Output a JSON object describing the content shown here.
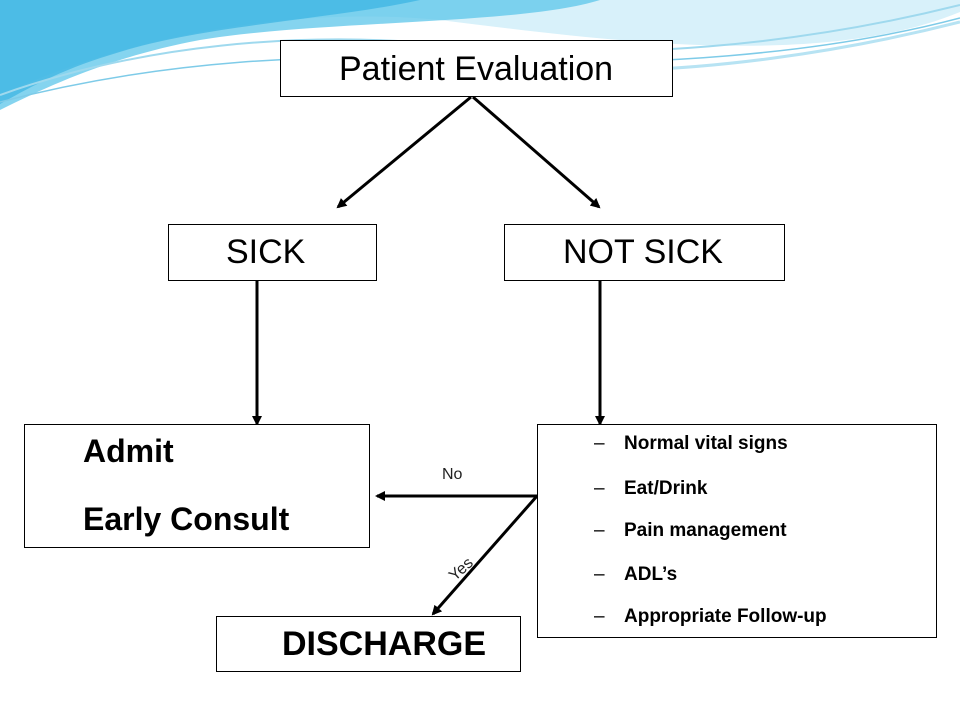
{
  "colors": {
    "wave_dark": "#3ab3e0",
    "wave_light": "#bfe7f5",
    "line": "#000000"
  },
  "diagram": {
    "title": "Patient Evaluation",
    "sick": "SICK",
    "not_sick": "NOT SICK",
    "admit_lines": [
      "Admit",
      "Early Consult"
    ],
    "criteria_dash": "–",
    "criteria": [
      "Normal vital signs",
      "Eat/Drink",
      "Pain management",
      "ADL’s",
      "Appropriate Follow-up"
    ],
    "discharge": "DISCHARGE",
    "no_label": "No",
    "yes_label": "Yes"
  }
}
